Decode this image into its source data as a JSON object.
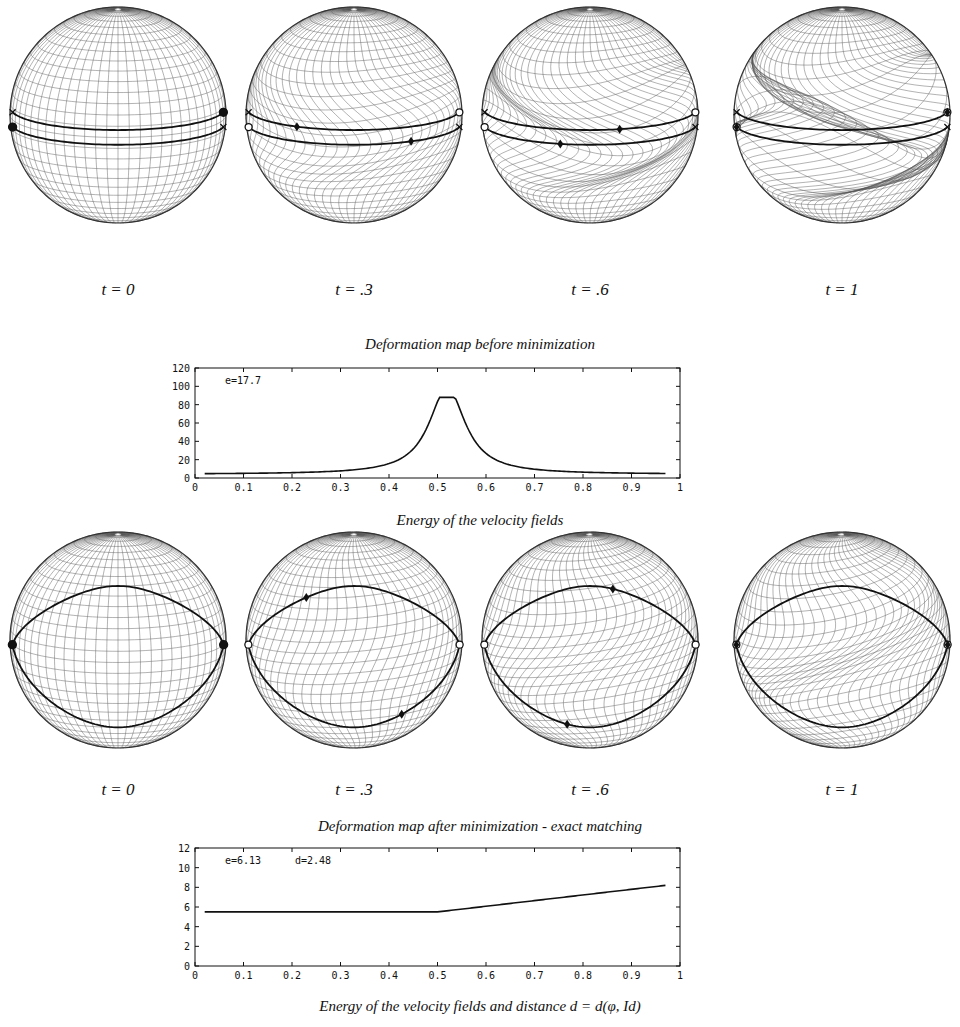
{
  "diagram": {
    "labels": [
      "t = 0",
      "t = .3",
      "t = .6",
      "t = 1",
      "Deformation map before minimization",
      "120",
      "100",
      "80",
      "60",
      "40",
      "20",
      "0",
      "0",
      "0.1",
      "0.2",
      "0.3",
      "0.4",
      "0.5",
      "0.6",
      "0.7",
      "0.8",
      "0.9",
      "1",
      "e=17.7",
      "Energy of the velocity fields",
      "t = 0",
      "t = .3",
      "t = .6",
      "t = 1",
      "Deformation map after minimization - exact matching",
      "12",
      "10",
      "8",
      "6",
      "4",
      "2",
      "0",
      "0",
      "0.1",
      "0.2",
      "0.3",
      "0.4",
      "0.5",
      "0.6",
      "0.7",
      "0.8",
      "0.9",
      "1",
      "e=6.13",
      "d=2.48",
      "Energy of the velocity fields and distance d = d(φ, Id)"
    ]
  }
}
